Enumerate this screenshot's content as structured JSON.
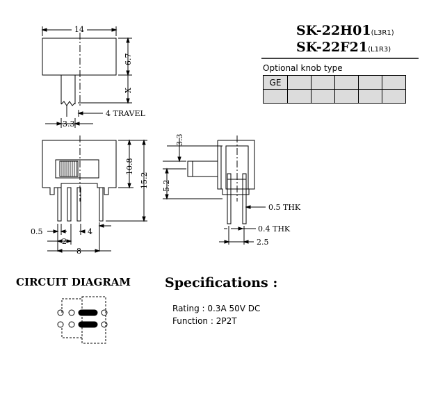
{
  "models": [
    {
      "name": "SK-22H01",
      "suffix": "(L3R1)"
    },
    {
      "name": "SK-22F21",
      "suffix": "(L1R3)"
    }
  ],
  "knob_table": {
    "title": "Optional knob type",
    "cells": [
      "GE",
      "",
      "",
      "",
      "",
      ""
    ]
  },
  "dimensions": {
    "top_width": "14",
    "top_height": "6.7",
    "knob_x": "X",
    "travel": "4 TRAVEL",
    "knob_offset": "3.3",
    "front_height": "10.8",
    "front_total_height": "15.2",
    "pin_width": "0.5",
    "pin_pitch": "2",
    "pin_span": "4",
    "pin_total": "8",
    "side_top": "3.3",
    "side_height": "5.2",
    "side_thk1": "0.5 THK",
    "side_thk2": "0.4 THK",
    "side_pitch": "2.5"
  },
  "circuit_title": "CIRCUIT DIAGRAM",
  "specifications": {
    "title": "Specifications :",
    "rating": "Rating : 0.3A 50V DC",
    "function": "Function : 2P2T"
  }
}
